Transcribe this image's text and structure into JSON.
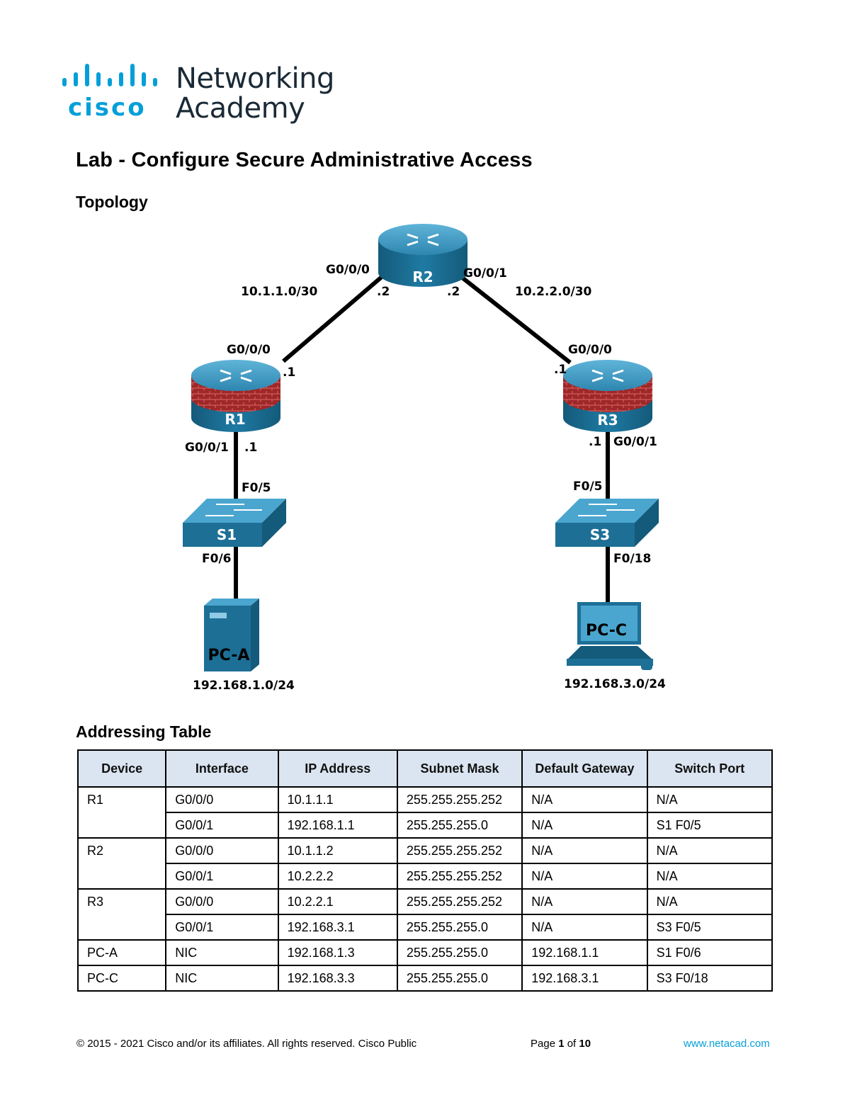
{
  "header": {
    "logo_wordmark": "cisco",
    "logo_line1": "Networking",
    "logo_line2": "Academy"
  },
  "title": "Lab - Configure Secure Administrative Access",
  "sections": {
    "topology": "Topology",
    "addressing": "Addressing Table"
  },
  "topology": {
    "devices": {
      "r1": "R1",
      "r2": "R2",
      "r3": "R3",
      "s1": "S1",
      "s3": "S3",
      "pca": "PC-A",
      "pcc": "PC-C"
    },
    "labels": {
      "r2_g000": "G0/0/0",
      "r2_g001": "G0/0/1",
      "net_left": "10.1.1.0/30",
      "net_right": "10.2.2.0/30",
      "r2_left_host": ".2",
      "r2_right_host": ".2",
      "r1_g000": "G0/0/0",
      "r1_g000_host": ".1",
      "r3_g000": "G0/0/0",
      "r3_g000_host": ".1",
      "r1_g001": "G0/0/1",
      "r1_g001_host": ".1",
      "r3_g001": "G0/0/1",
      "r3_g001_host": ".1",
      "s1_f05": "F0/5",
      "s3_f05": "F0/5",
      "s1_f06": "F0/6",
      "s3_f018": "F0/18",
      "lan_a": "192.168.1.0/24",
      "lan_c": "192.168.3.0/24"
    },
    "colors": {
      "router_body": "#1b6b8f",
      "router_top": "#3f9cc4",
      "firewall_red": "#a62a2a",
      "switch_body": "#1d6f96",
      "link": "#000000"
    }
  },
  "table": {
    "headers": [
      "Device",
      "Interface",
      "IP Address",
      "Subnet Mask",
      "Default Gateway",
      "Switch Port"
    ],
    "rows": [
      [
        "R1",
        "G0/0/0",
        "10.1.1.1",
        "255.255.255.252",
        "N/A",
        "N/A"
      ],
      [
        "",
        "G0/0/1",
        "192.168.1.1",
        "255.255.255.0",
        "N/A",
        "S1 F0/5"
      ],
      [
        "R2",
        "G0/0/0",
        "10.1.1.2",
        "255.255.255.252",
        "N/A",
        "N/A"
      ],
      [
        "",
        "G0/0/1",
        "10.2.2.2",
        "255.255.255.252",
        "N/A",
        "N/A"
      ],
      [
        "R3",
        "G0/0/0",
        "10.2.2.1",
        "255.255.255.252",
        "N/A",
        "N/A"
      ],
      [
        "",
        "G0/0/1",
        "192.168.3.1",
        "255.255.255.0",
        "N/A",
        "S3 F0/5"
      ],
      [
        "PC-A",
        "NIC",
        "192.168.1.3",
        "255.255.255.0",
        "192.168.1.1",
        "S1 F0/6"
      ],
      [
        "PC-C",
        "NIC",
        "192.168.3.3",
        "255.255.255.0",
        "192.168.3.1",
        "S3 F0/18"
      ]
    ]
  },
  "footer": {
    "copyright": "© 2015 - 2021 Cisco and/or its affiliates. All rights reserved. Cisco Public",
    "page_prefix": "Page ",
    "page_num": "1",
    "page_of": " of ",
    "page_total": "10",
    "url": "www.netacad.com"
  }
}
